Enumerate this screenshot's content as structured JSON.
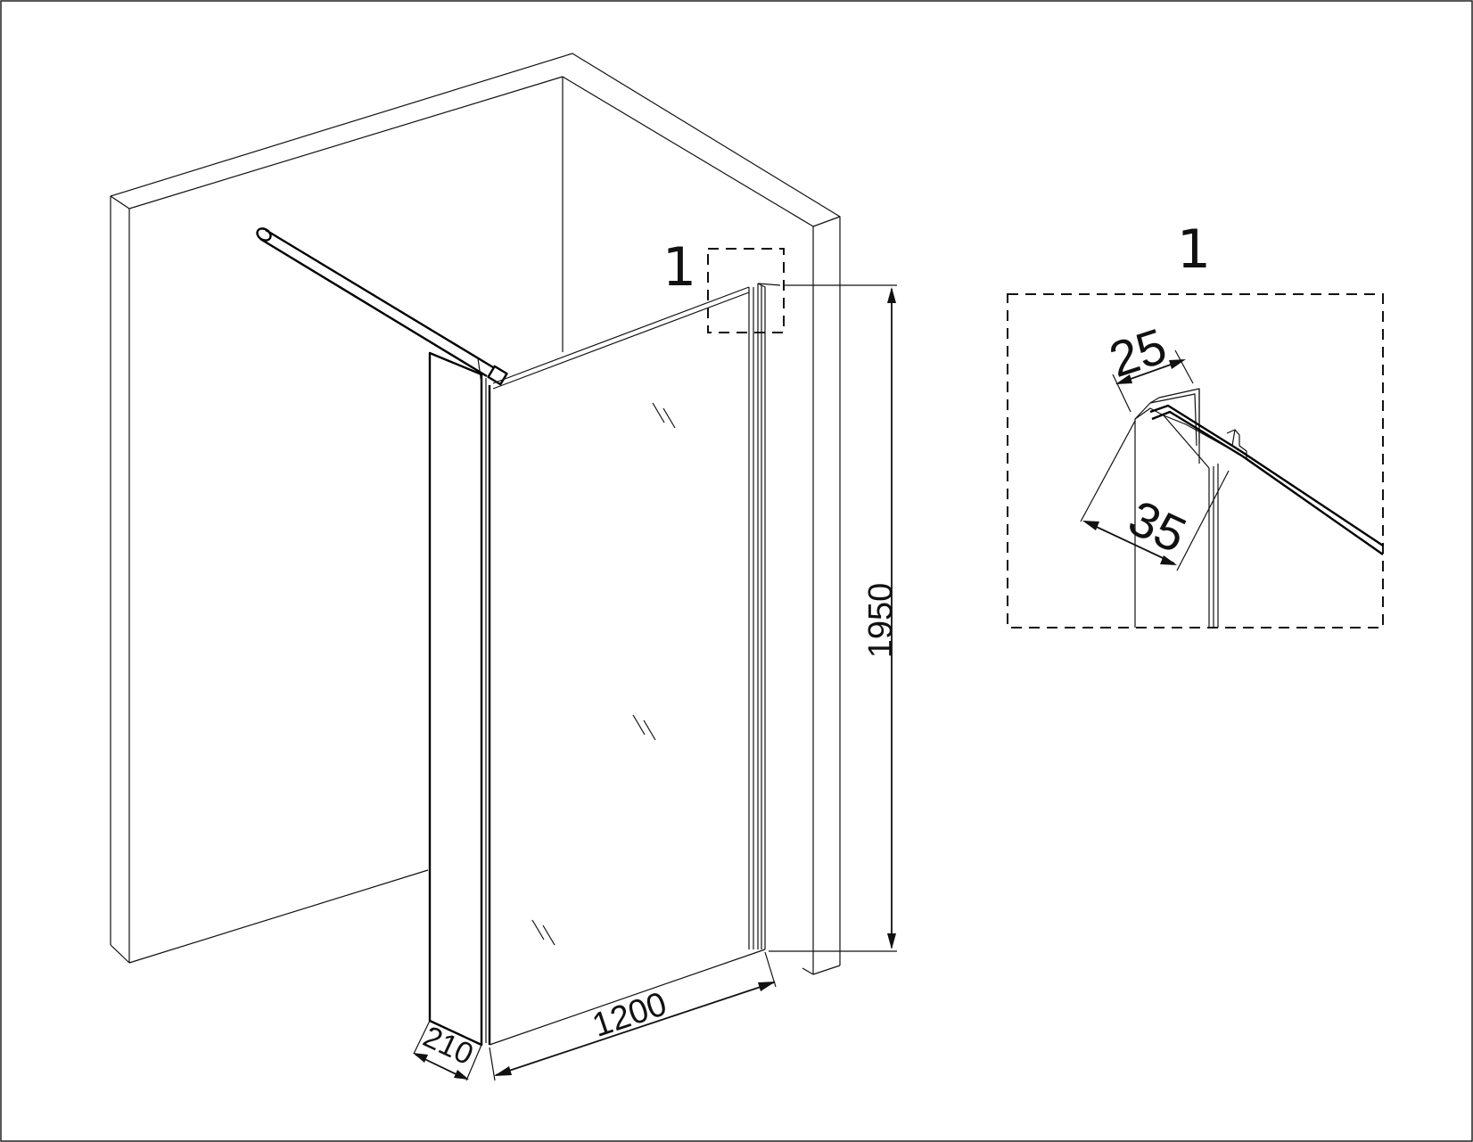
{
  "drawing": {
    "detail_callout_label": "1",
    "detail_view_label": "1",
    "dimensions": {
      "height": "1950",
      "width": "1200",
      "depth": "210",
      "profile_width": "25",
      "profile_depth": "35"
    }
  }
}
